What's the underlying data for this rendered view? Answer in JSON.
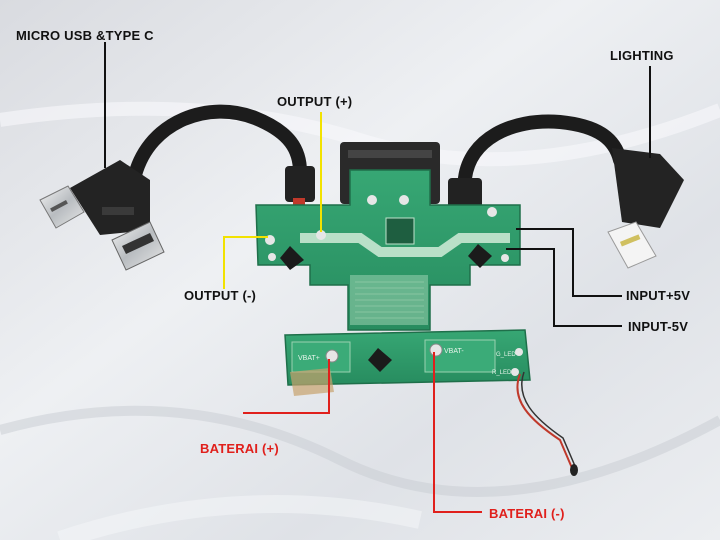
{
  "labels": {
    "micro_usb_type_c": "MICRO USB &TYPE C",
    "lighting": "LIGHTING",
    "output_plus": "OUTPUT (+)",
    "output_minus": "OUTPUT (-)",
    "input_plus_5v": "INPUT+5V",
    "input_minus_5v": "INPUT-5V",
    "baterai_plus": "BATERAI (+)",
    "baterai_minus": "BATERAI (-)"
  },
  "board_markings": {
    "vbat_plus": "VBAT+",
    "vbat_minus": "VBAT-",
    "g_led": "G_LED",
    "r_led": "R_LED"
  },
  "colors": {
    "pcb_green": "#2f9a6a",
    "annotation_yellow": "#f2e200",
    "annotation_red": "#e0201c",
    "annotation_black": "#111111",
    "cable_black": "#1c1c1c"
  }
}
